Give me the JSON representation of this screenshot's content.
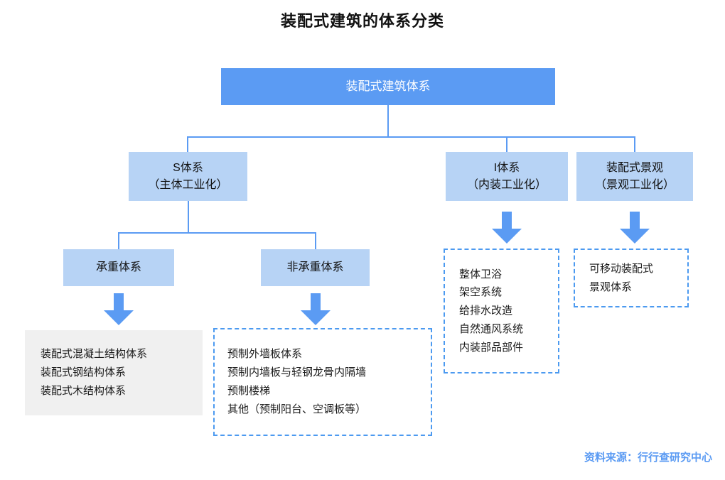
{
  "title": "装配式建筑的体系分类",
  "colors": {
    "root_fill": "#5B9BF3",
    "level_fill": "#B7D3F5",
    "connector": "#5B9BF3",
    "dashed_border": "#4C9AF0",
    "gray_panel": "#F0F0F0",
    "source_text": "#5B9BF3"
  },
  "nodes": {
    "root": {
      "line1": "装配式建筑体系"
    },
    "s_system": {
      "line1": "S体系",
      "line2": "（主体工业化）"
    },
    "i_system": {
      "line1": "I体系",
      "line2": "（内装工业化）"
    },
    "landscape_system": {
      "line1": "装配式景观",
      "line2": "（景观工业化）"
    },
    "load_bearing": {
      "line1": "承重体系"
    },
    "non_load_bearing": {
      "line1": "非承重体系"
    }
  },
  "panels": {
    "load_bearing_items": [
      "装配式混凝土结构体系",
      "装配式钢结构体系",
      "装配式木结构体系"
    ],
    "non_load_bearing_items": [
      "预制外墙板体系",
      "预制内墙板与轻钢龙骨内隔墙",
      "预制楼梯",
      "其他（预制阳台、空调板等）"
    ],
    "interior_items": [
      "整体卫浴",
      "架空系统",
      "给排水改造",
      "自然通风系统",
      "内装部品部件"
    ],
    "landscape_items": [
      "可移动装配式",
      "景观体系"
    ]
  },
  "source": "资料来源：行行查研究中心"
}
